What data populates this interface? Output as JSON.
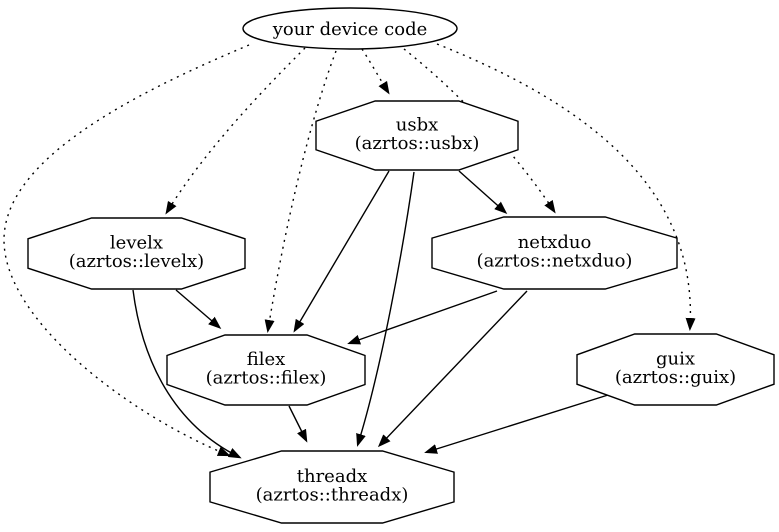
{
  "diagram": {
    "kind": "dependency-graph",
    "colors": {
      "background": "#ffffff",
      "line": "#000000",
      "text": "#000000"
    }
  },
  "nodes": {
    "device": {
      "label": "your device code",
      "shape": "ellipse"
    },
    "usbx": {
      "label": "usbx",
      "sublabel": "(azrtos::usbx)",
      "shape": "octagon"
    },
    "levelx": {
      "label": "levelx",
      "sublabel": "(azrtos::levelx)",
      "shape": "octagon"
    },
    "netxduo": {
      "label": "netxduo",
      "sublabel": "(azrtos::netxduo)",
      "shape": "octagon"
    },
    "filex": {
      "label": "filex",
      "sublabel": "(azrtos::filex)",
      "shape": "octagon"
    },
    "guix": {
      "label": "guix",
      "sublabel": "(azrtos::guix)",
      "shape": "octagon"
    },
    "threadx": {
      "label": "threadx",
      "sublabel": "(azrtos::threadx)",
      "shape": "octagon"
    }
  },
  "edges": {
    "dotted": [
      {
        "from": "your device code",
        "to": "usbx"
      },
      {
        "from": "your device code",
        "to": "levelx"
      },
      {
        "from": "your device code",
        "to": "netxduo"
      },
      {
        "from": "your device code",
        "to": "filex"
      },
      {
        "from": "your device code",
        "to": "guix"
      },
      {
        "from": "your device code",
        "to": "threadx"
      }
    ],
    "solid": [
      {
        "from": "usbx",
        "to": "netxduo"
      },
      {
        "from": "usbx",
        "to": "filex"
      },
      {
        "from": "usbx",
        "to": "threadx"
      },
      {
        "from": "levelx",
        "to": "filex"
      },
      {
        "from": "levelx",
        "to": "threadx"
      },
      {
        "from": "netxduo",
        "to": "filex"
      },
      {
        "from": "netxduo",
        "to": "threadx"
      },
      {
        "from": "filex",
        "to": "threadx"
      },
      {
        "from": "guix",
        "to": "threadx"
      }
    ]
  }
}
